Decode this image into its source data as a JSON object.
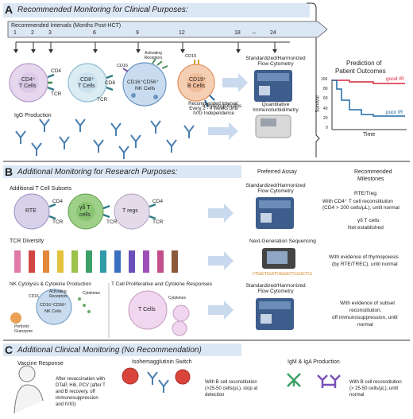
{
  "panel_a": {
    "letter": "A",
    "title": "Recommended Monitoring for Clinical Purposes:",
    "intervals_label": "Recommended Intervals (Months Post-HCT)",
    "months": [
      "1",
      "2",
      "3",
      "6",
      "9",
      "12",
      "18",
      "24"
    ],
    "dash": "–",
    "cells": {
      "cd4": {
        "line1": "CD4⁺",
        "line2": "T Cells",
        "marker": "CD4",
        "receptor": "TCR"
      },
      "cd8": {
        "line1": "CD8⁺",
        "line2": "T Cells",
        "marker": "CD8",
        "receptor": "TCR"
      },
      "nk": {
        "line1": "CD16⁺CD56⁺",
        "line2": "NK Cells",
        "marker": "CD16",
        "receptor": "Activating Receptors"
      },
      "b": {
        "line1": "CD19⁺",
        "line2": "B Cells",
        "marker": "CD19",
        "product": "Immunoglobulins"
      }
    },
    "igg_label": "IgG Production",
    "assay_flow": "Standardized/Harmonized Flow Cytometry",
    "assay_immuno": "Quantitative Immunoturbidimetry",
    "interval_note": "Recommended Interval: Every 2 - 4 Weeks until IVIG Independence",
    "prediction": {
      "title_line1": "Prediction of",
      "title_line2": "Patient Outcomes",
      "ylabel": "Survival",
      "xlabel": "Time",
      "yticks": [
        "100",
        "80",
        "60",
        "40",
        "20",
        "0"
      ],
      "good": "good IR",
      "poor": "poor IR",
      "good_color": "#d9263a",
      "poor_color": "#1f6aa5"
    }
  },
  "panel_b": {
    "letter": "B",
    "title": "Additional Monitoring for Research Purposes:",
    "col_assay": "Preferred Assay",
    "col_milestones_1": "Recommended",
    "col_milestones_2": "Milestones",
    "tcell_subsets": "Additional T Cell Subsets",
    "rte": "RTE",
    "gd_line1": "γδ T",
    "gd_line2": "cells",
    "tregs": "T regs",
    "cd4": "CD4",
    "tcr": "TCR",
    "assay_flow": "Standardized/Harmonized Flow Cytometry",
    "milestone_1_l1": "RTE/Treg:",
    "milestone_1_l2": "With CD4⁺ T cell reconstitution",
    "milestone_1_l3": "(CD4 > 200 cells/μL), until normal",
    "milestone_2_l1": "γδ T cells:",
    "milestone_2_l2": "Not established",
    "tcr_diversity": "TCR Diversity",
    "assay_ngs": "Next-Generation Sequencing",
    "milestone_3_l1": "With evidence of thymopoiesis",
    "milestone_3_l2": "(by RTE/TREC), until normal",
    "seq_text": "CTGACTGGATCAGGACTCGGACTCG",
    "nk_label": "NK Cytolysis & Cytokine Production",
    "tprolif_label": "T Cell Proliferative and Cytokine Responses",
    "nk_cell_l1": "CD16⁺CD56⁺",
    "nk_cell_l2": "NK Cells",
    "cd16": "CD16",
    "activating_l1": "Activating",
    "activating_l2": "Receptors",
    "cytokines": "Cytokines",
    "perforin_l1": "Perforin/",
    "perforin_l2": "Granzyme",
    "t_cells": "T Cells",
    "assay_flow2": "Standardized/Harmonized Flow Cytometry",
    "milestone_4_l1": "With evidence of subset",
    "milestone_4_l2": "reconstitution,",
    "milestone_4_l3": "off immunosuppression, until",
    "milestone_4_l4": "normal"
  },
  "panel_c": {
    "letter": "C",
    "title": "Additional Clinical Monitoring (No Recommendation)",
    "vaccine": "Vaccine Response",
    "vaccine_note_l1": "After revaccination with",
    "vaccine_note_l2": "DTaP, Hib, PCV (after T",
    "vaccine_note_l3": "and B recovery, off",
    "vaccine_note_l4": "immunosuppression",
    "vaccine_note_l5": "and IVIG)",
    "isohem": "Isohemagglutinin Switch",
    "isohem_note_l1": "With B cell reconstitution",
    "isohem_note_l2": "(>25-50 cells/μL), stop at",
    "isohem_note_l3": "detection",
    "igm": "IgM & IgA Production",
    "igm_note_l1": "With B cell reconstitution",
    "igm_note_l2": "(> 25-50 cells/μL), until",
    "igm_note_l3": "normal"
  },
  "colors": {
    "banner": "#dbe7f4",
    "border": "#444444",
    "arrow": "#c9d9ee",
    "cd4": "#e6d6ee",
    "cd8": "#dcecf3",
    "nk": "#c9dcef",
    "b": "#f5cfb4",
    "rte": "#d8d1ea",
    "gd": "#9fd08a",
    "treg": "#e3dbe9",
    "rbc": "#d9453b"
  }
}
